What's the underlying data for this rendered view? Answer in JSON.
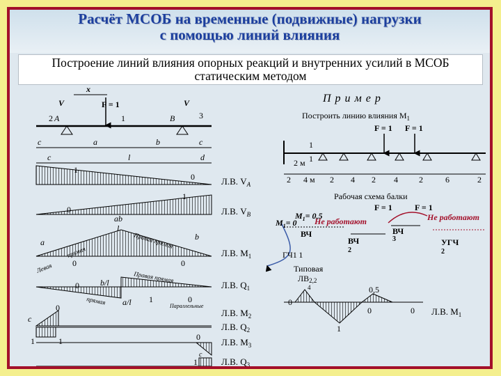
{
  "slide": {
    "title": "Расчёт МСОБ на временные (подвижные) нагрузки\nс помощью линий влияния",
    "subtitle": "Построение линий влияния опорных реакций и внутренних усилий в МСОБ статическим методом"
  },
  "left_diagram": {
    "load_x": "x",
    "reaction_a": "V",
    "reaction_b": "V",
    "force": "F = 1",
    "point_a": "A",
    "point_b": "B",
    "num_2": "2",
    "num_1": "1",
    "num_3": "3",
    "c1": "c",
    "a": "a",
    "b": "b",
    "c3": "c",
    "c": "c",
    "l": "l",
    "d": "d",
    "val_1": "1",
    "val_0": "0",
    "ab_over_l_num": "ab",
    "ab_over_l_den": "l",
    "left_line": "Левая",
    "straight": "прямая",
    "right_line": "Правая прямая",
    "parallel": "Параллельные",
    "b_over_l": "b/l",
    "a_over_l": "a/l",
    "c2_label": "c",
    "c3_label": "c",
    "lv_labels": [
      "Л.В. V",
      "Л.В. V",
      "Л.В. M",
      "Л.В. Q",
      "Л.В. M",
      "Л.В. Q",
      "Л.В. M",
      "Л.В. Q"
    ],
    "lv_subs": [
      "A",
      "B",
      "1",
      "1",
      "2",
      "2",
      "3",
      "3"
    ]
  },
  "example": {
    "heading": "П р и м е р",
    "task": "Построить линию влияния M",
    "task_sub": "1",
    "force1": "F = 1",
    "force2": "F = 1",
    "dims": [
      "2",
      "4 м",
      "2",
      "4",
      "2",
      "4",
      "2",
      "6",
      "2"
    ],
    "m_label": "2 м",
    "marker_1a": "1",
    "marker_1b": "1",
    "work_scheme": "Рабочая схема балки",
    "m1_label": "M",
    "m1_sub": "1",
    "m1_zero": "= 0",
    "m1_eq": "M",
    "m1_eq_sub": "1",
    "m1_eq_val": "= 0,5",
    "not_work1": "Не работают",
    "not_work2": "Не работают",
    "vch2": "ВЧ",
    "vch2_sub": "2",
    "vch3": "ВЧ",
    "vch3_sub": "3",
    "vch1": "ВЧ",
    "ugch": "УГЧ",
    "ugch_sub": "2",
    "gch": "ГЧ",
    "gch_sub": "1",
    "gch_val": "1",
    "typical": "Типовая",
    "lv": "ЛВ",
    "lv_sub": "2,2",
    "lv_sub2": "4",
    "v_0a": "0",
    "v_1": "1",
    "v_0_5": "0,5",
    "v_0b": "0",
    "v_0c": "0",
    "result": "Л.В. M",
    "result_sub": "1"
  },
  "colors": {
    "title": "#1c3f9e",
    "frame": "#a3102a",
    "background": "#f4ef8e",
    "annotation": "#a3102a"
  }
}
